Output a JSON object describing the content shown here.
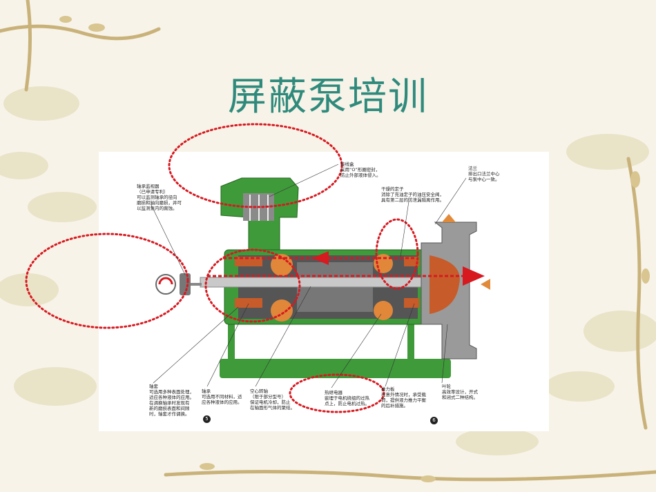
{
  "slide": {
    "title": "屏蔽泵培训",
    "page_left": "5",
    "page_right": "6"
  },
  "labels": {
    "junction_box": "接线盒\n采用“O”形圈密封，\n防止外部液体侵入。",
    "flange": "法兰\n排出口法兰中心\n与泵中心一致。",
    "bearing_monitor": "轴承监视器\n（已申请专利）\n可以监测轴承的径向\n磨损和轴向磨损，并可\n以监测泵内的腐蚀。",
    "dry_stator": "干燥的定子\n消除了充油定子的油压安全阀，\n具有第二层的防泄漏隔离作用。",
    "sleeve": "轴套\n可选用多种表面处理，\n适应各种液体的应用。\n在调换轴承时发现有\n新的磨损表面和间隙\n时，轴套才作调换。",
    "bearing": "轴承\n可选用不同材料，适\n应各种液体的应用。",
    "hollow_shaft": "空心转轴\n（限于部分型号）\n保证电机冷却，防止\n在轴面形气体的聚结。",
    "thermal_relay": "热继电器\n嵌埋于电机绕组的过热\n点上，防止电机过热。",
    "thrust_plate": "推力板\n在意外情况时，承受载\n荷，提供液力推力平衡\n的后补措施。",
    "impeller": "叶轮\n高效率设计，开式\n和闭式二种结构。"
  },
  "colors": {
    "title": "#2f8a7c",
    "highlight": "#d71920",
    "pump_green": "#3f9a3a"
  }
}
